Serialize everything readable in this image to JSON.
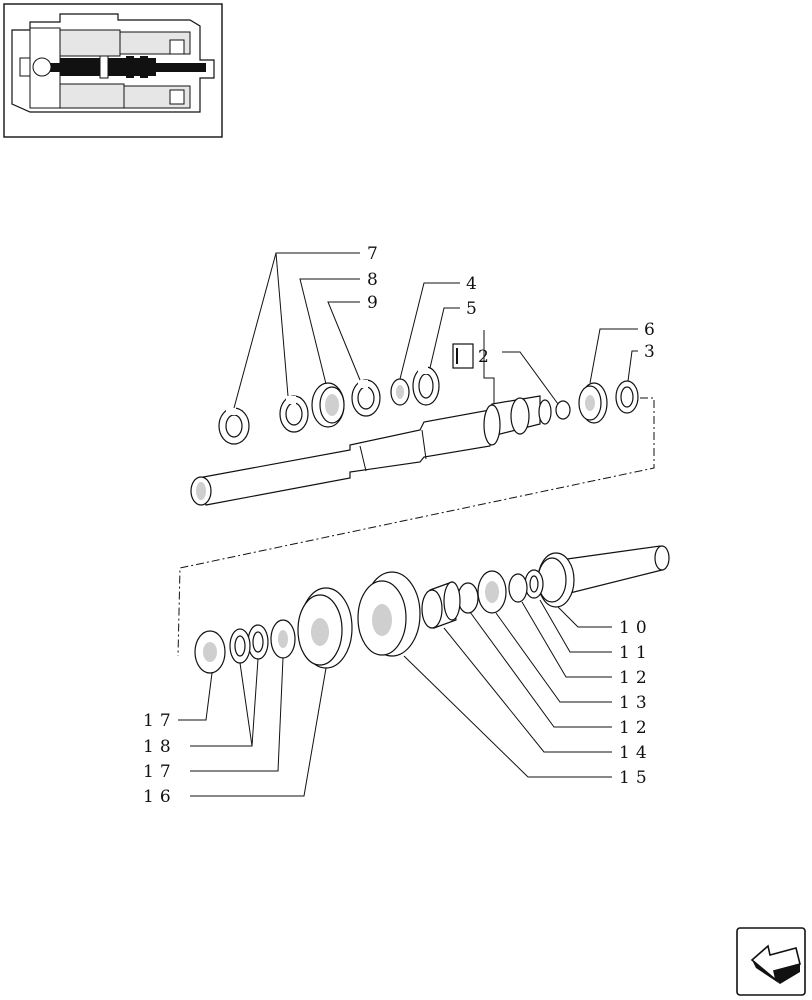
{
  "callouts": {
    "c1": "7",
    "c2": "8",
    "c3": "9",
    "c4": "4",
    "c5": "5",
    "c6": "6",
    "c7": "3",
    "c8": "2",
    "c9": "10",
    "c10": "11",
    "c11": "12",
    "c12": "13",
    "c13": "12",
    "c14": "14",
    "c15": "15",
    "c16": "17",
    "c17": "18",
    "c18": "17",
    "c19": "16"
  },
  "icons": {
    "thumbnail": "transmission-section-thumbnail",
    "nav": "previous-page-arrow-icon"
  }
}
